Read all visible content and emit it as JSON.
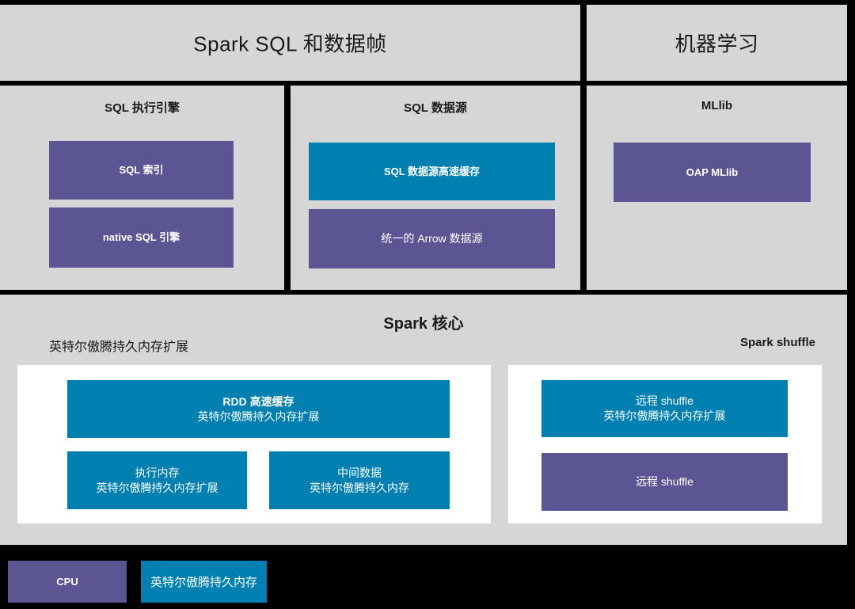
{
  "palette": {
    "background": "#000000",
    "panel": "#D6D6D6",
    "card": "#FFFFFF",
    "cpu": "#5B5693",
    "pmem": "#0080B0",
    "text_dark": "#1A1A1A",
    "text_light": "#FFFFFF"
  },
  "top_band": {
    "spark_sql_title": "Spark SQL 和数据帧",
    "machine_learning_title": "机器学习"
  },
  "middle_band": {
    "sql_engine": {
      "title": "SQL 执行引擎",
      "blocks": [
        {
          "label": "SQL 索引",
          "kind": "cpu"
        },
        {
          "label": "native SQL 引擎",
          "kind": "cpu"
        }
      ]
    },
    "sql_data_source": {
      "title": "SQL 数据源",
      "blocks": [
        {
          "label": "SQL 数据源高速缓存",
          "kind": "pmem"
        },
        {
          "label": "统一的 Arrow 数据源",
          "kind": "cpu"
        }
      ]
    },
    "mllib": {
      "title": "MLlib",
      "blocks": [
        {
          "label": "OAP MLlib",
          "kind": "cpu"
        }
      ]
    }
  },
  "spark_core": {
    "title": "Spark 核心",
    "left_group_label": "英特尔傲腾持久内存扩展",
    "right_group_label": "Spark shuffle",
    "left_blocks": [
      {
        "line1": "RDD 高速缓存",
        "line2": "英特尔傲腾持久内存扩展",
        "kind": "pmem"
      },
      {
        "line1": "执行内存",
        "line2": "英特尔傲腾持久内存扩展",
        "kind": "pmem"
      },
      {
        "line1": "中间数据",
        "line2": "英特尔傲腾持久内存",
        "kind": "pmem"
      }
    ],
    "right_blocks": [
      {
        "line1": "远程 shuffle",
        "line2": "英特尔傲腾持久内存扩展",
        "kind": "pmem"
      },
      {
        "line1": "远程 shuffle",
        "line2": "",
        "kind": "cpu"
      }
    ]
  },
  "legend": {
    "items": [
      {
        "label": "CPU",
        "kind": "cpu"
      },
      {
        "label": "英特尔傲腾持久内存",
        "kind": "pmem"
      }
    ]
  }
}
